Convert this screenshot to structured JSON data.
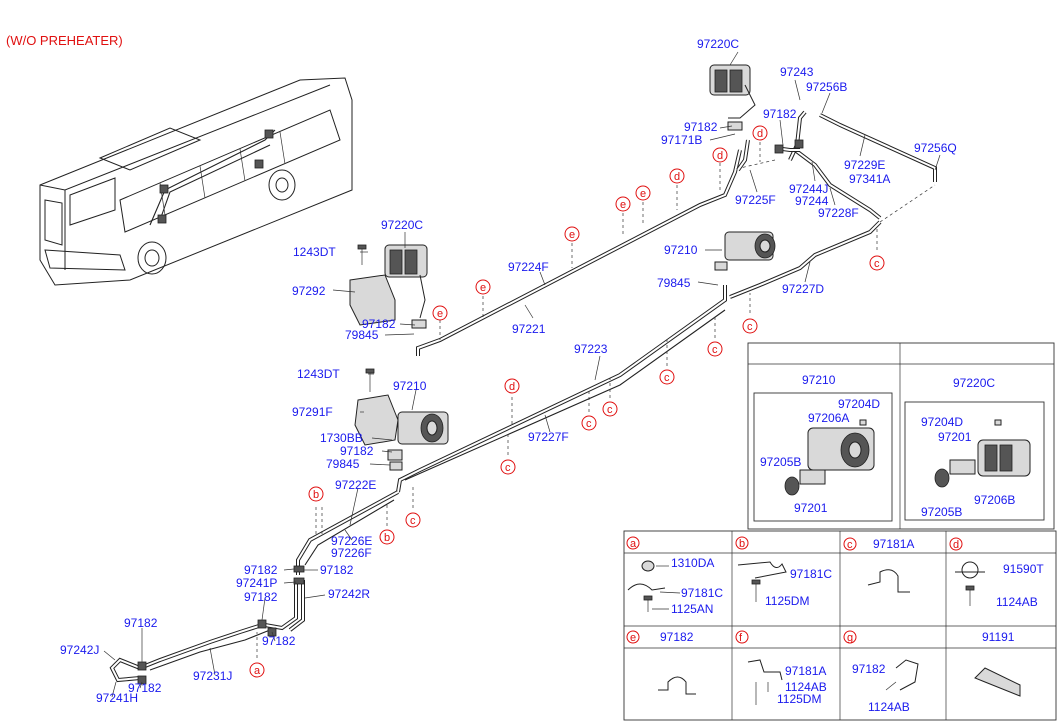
{
  "note": "(W/O PREHEATER)",
  "parts": {
    "p97220C_top": "97220C",
    "p97243": "97243",
    "p97256B": "97256B",
    "p97182_top1": "97182",
    "p97182_top2": "97182",
    "p97171B": "97171B",
    "p97229E": "97229E",
    "p97256Q": "97256Q",
    "p97244J": "97244J",
    "p97341A": "97341A",
    "p97244": "97244",
    "p97228F": "97228F",
    "p97225F": "97225F",
    "p97220C_mid": "97220C",
    "p1243DT_1": "1243DT",
    "p97292": "97292",
    "p97182_mid": "97182",
    "p79845_1": "79845",
    "p97224F": "97224F",
    "p97221": "97221",
    "p97210_mid": "97210",
    "p79845_2": "79845",
    "p97227D": "97227D",
    "p97223": "97223",
    "p1243DT_2": "1243DT",
    "p97210_low": "97210",
    "p97291F": "97291F",
    "p1730BB": "1730BB",
    "p97182_low": "97182",
    "p79845_3": "79845",
    "p97227F": "97227F",
    "p97222E": "97222E",
    "p97226E": "97226E",
    "p97226F": "97226F",
    "p97182_b1": "97182",
    "p97182_b2": "97182",
    "p97241P": "97241P",
    "p97242R": "97242R",
    "p97182_b3": "97182",
    "p97182_b4": "97182",
    "p97182_b5": "97182",
    "p97242J": "97242J",
    "p97231J": "97231J",
    "p97182_b6": "97182",
    "p97241H": "97241H"
  },
  "callouts": {
    "a": "a",
    "b": "b",
    "c": "c",
    "d": "d",
    "e": "e",
    "f": "f",
    "g": "g"
  },
  "detail": {
    "left_title": "97210",
    "left_parts": [
      "97204D",
      "97206A",
      "97205B",
      "97201"
    ],
    "right_title": "97220C",
    "right_parts": [
      "97204D",
      "97201",
      "97205B",
      "97206B"
    ]
  },
  "table": {
    "a": {
      "letter": "a",
      "parts": [
        "1310DA",
        "97181C",
        "1125AN"
      ]
    },
    "b": {
      "letter": "b",
      "parts": [
        "97181C",
        "1125DM"
      ]
    },
    "c": {
      "letter": "c",
      "title": "97181A"
    },
    "d": {
      "letter": "d",
      "parts": [
        "91590T",
        "1124AB"
      ]
    },
    "e": {
      "letter": "e",
      "title": "97182"
    },
    "f": {
      "letter": "f",
      "parts": [
        "97181A",
        "1124AB",
        "1125DM"
      ]
    },
    "g": {
      "letter": "g",
      "parts": [
        "97182",
        "1124AB"
      ]
    },
    "h": {
      "title": "91191"
    }
  }
}
